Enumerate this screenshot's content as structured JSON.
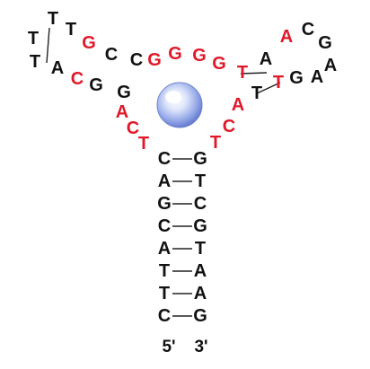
{
  "colors": {
    "black": "#111111",
    "red": "#e0192a",
    "bond": "#222222",
    "sphere": "#8fa4e6"
  },
  "legend": {
    "five_prime": "5'",
    "three_prime": "3'"
  },
  "strands": {
    "stem_left": [
      "C",
      "A",
      "G",
      "C",
      "A",
      "T",
      "T",
      "C"
    ],
    "stem_right": [
      "G",
      "T",
      "C",
      "G",
      "T",
      "A",
      "A",
      "G"
    ],
    "left_hairpin": [
      "A",
      "C",
      "G",
      "G",
      "C",
      "A",
      "T",
      "T",
      "T",
      "T",
      "G",
      "C",
      "C",
      "G",
      "G",
      "G",
      "G"
    ],
    "right_hairpin": [
      "T",
      "A",
      "A",
      "C",
      "G",
      "A",
      "A",
      "G",
      "T",
      "T",
      "A",
      "C"
    ],
    "left_linker": [
      "A",
      "C",
      "T"
    ],
    "right_linker": [
      "T",
      "C",
      "A"
    ]
  },
  "sequence_glyphs": [
    {
      "id": "sl-1",
      "b": "C",
      "c": "black"
    },
    {
      "id": "sl-2",
      "b": "A",
      "c": "black"
    },
    {
      "id": "sl-3",
      "b": "G",
      "c": "black"
    },
    {
      "id": "sl-4",
      "b": "C",
      "c": "black"
    },
    {
      "id": "sl-5",
      "b": "A",
      "c": "black"
    },
    {
      "id": "sl-6",
      "b": "T",
      "c": "black"
    },
    {
      "id": "sl-7",
      "b": "T",
      "c": "black"
    },
    {
      "id": "sl-8",
      "b": "C",
      "c": "black"
    },
    {
      "id": "sr-1",
      "b": "G",
      "c": "black"
    },
    {
      "id": "sr-2",
      "b": "T",
      "c": "black"
    },
    {
      "id": "sr-3",
      "b": "C",
      "c": "black"
    },
    {
      "id": "sr-4",
      "b": "G",
      "c": "black"
    },
    {
      "id": "sr-5",
      "b": "T",
      "c": "black"
    },
    {
      "id": "sr-6",
      "b": "A",
      "c": "black"
    },
    {
      "id": "sr-7",
      "b": "A",
      "c": "black"
    },
    {
      "id": "sr-8",
      "b": "G",
      "c": "black"
    },
    {
      "id": "ll-1",
      "b": "T",
      "c": "red"
    },
    {
      "id": "ll-2",
      "b": "C",
      "c": "red"
    },
    {
      "id": "ll-3",
      "b": "A",
      "c": "red"
    },
    {
      "id": "lh-1",
      "b": "G",
      "c": "black"
    },
    {
      "id": "lh-2",
      "b": "G",
      "c": "black"
    },
    {
      "id": "lh-3",
      "b": "C",
      "c": "red"
    },
    {
      "id": "lh-4",
      "b": "A",
      "c": "black"
    },
    {
      "id": "lh-5",
      "b": "T",
      "c": "black"
    },
    {
      "id": "lh-6",
      "b": "T",
      "c": "black"
    },
    {
      "id": "lh-7",
      "b": "T",
      "c": "black"
    },
    {
      "id": "lh-8",
      "b": "T",
      "c": "black"
    },
    {
      "id": "lh-9",
      "b": "G",
      "c": "red"
    },
    {
      "id": "lh-10",
      "b": "C",
      "c": "black"
    },
    {
      "id": "lh-11",
      "b": "C",
      "c": "black"
    },
    {
      "id": "lh-12",
      "b": "G",
      "c": "red"
    },
    {
      "id": "lh-13",
      "b": "G",
      "c": "red"
    },
    {
      "id": "lh-14",
      "b": "G",
      "c": "red"
    },
    {
      "id": "lh-15",
      "b": "G",
      "c": "red"
    },
    {
      "id": "rh-1",
      "b": "T",
      "c": "red"
    },
    {
      "id": "rh-2",
      "b": "A",
      "c": "black"
    },
    {
      "id": "rh-3",
      "b": "A",
      "c": "red"
    },
    {
      "id": "rh-4",
      "b": "C",
      "c": "black"
    },
    {
      "id": "rh-5",
      "b": "G",
      "c": "black"
    },
    {
      "id": "rh-6",
      "b": "A",
      "c": "black"
    },
    {
      "id": "rh-7",
      "b": "A",
      "c": "black"
    },
    {
      "id": "rh-8",
      "b": "G",
      "c": "black"
    },
    {
      "id": "rh-9",
      "b": "T",
      "c": "red"
    },
    {
      "id": "rh-10",
      "b": "T",
      "c": "black"
    },
    {
      "id": "rh-11",
      "b": "A",
      "c": "red"
    },
    {
      "id": "rl-1",
      "b": "T",
      "c": "red"
    },
    {
      "id": "rl-2",
      "b": "C",
      "c": "red"
    }
  ]
}
